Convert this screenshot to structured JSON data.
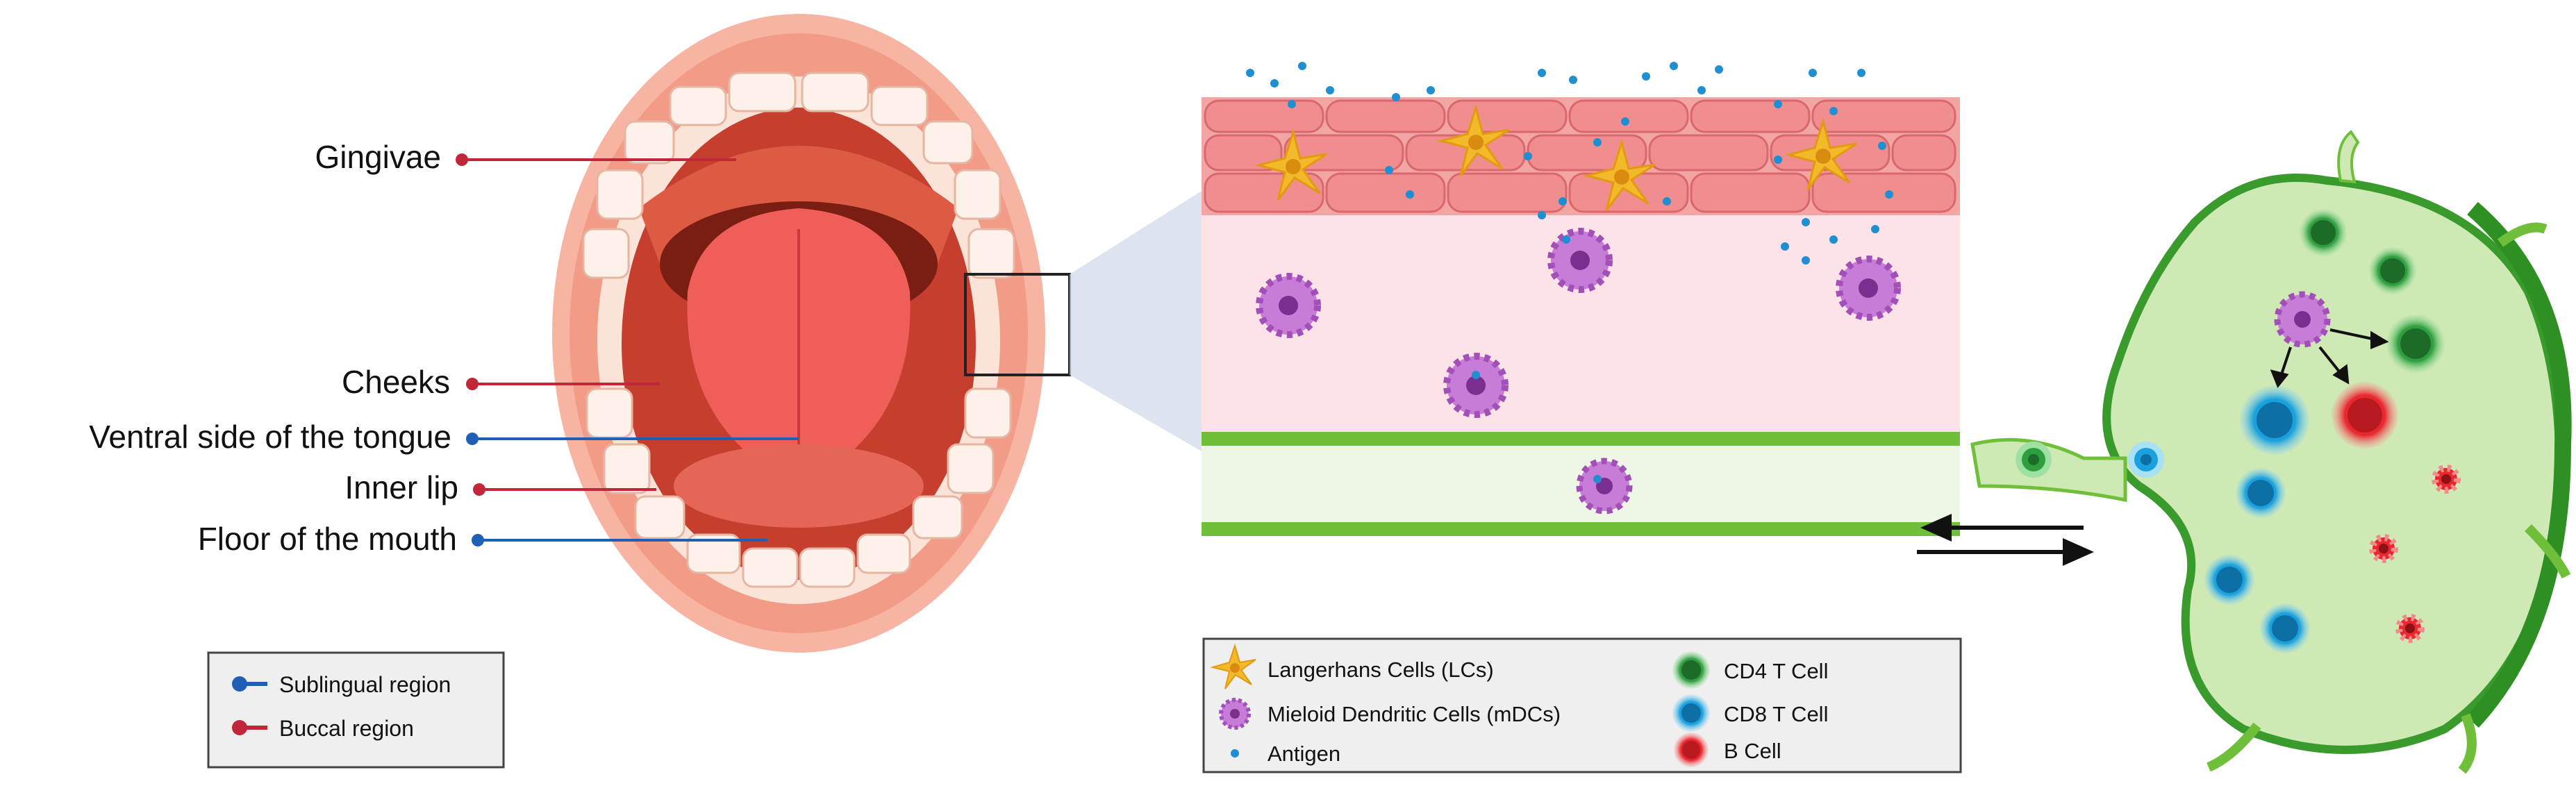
{
  "mouth_labels": {
    "gingivae": "Gingivae",
    "cheeks": "Cheeks",
    "ventral": "Ventral side of the tongue",
    "inner_lip": "Inner lip",
    "floor": "Floor of the mouth"
  },
  "region_legend": {
    "sublingual": "Sublingual region",
    "buccal": "Buccal region"
  },
  "cell_legend": {
    "lc": "Langerhans Cells (LCs)",
    "mdc": "Mieloid Dendritic Cells (mDCs)",
    "antigen": "Antigen",
    "cd4": "CD4 T Cell",
    "cd8": "CD8 T Cell",
    "bcell": "B Cell"
  },
  "colors": {
    "sublingual": "#1f5fb5",
    "buccal": "#c0283a",
    "cd4": "#2e9e3e",
    "cd8": "#21a8e0",
    "bcell": "#e8272e",
    "mdc": "#b257c8",
    "lc": "#f2b92b",
    "antigen": "#1f8fd1"
  }
}
